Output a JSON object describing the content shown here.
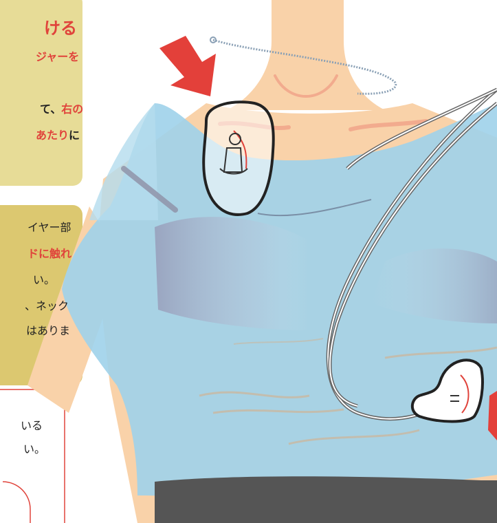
{
  "colors": {
    "note_box": "#e7dc97",
    "note_box_2": "#dcc870",
    "note_border": "#e0433b",
    "skin": "#f9d2a9",
    "shirt": "#9fd2ea",
    "bra": "#a0a6bd",
    "arrow": "#e3403a",
    "pants": "#555555",
    "highlight_text": "#e0433b",
    "body_text": "#222222"
  },
  "box1": {
    "line1": "ける",
    "line2": "ジャーを",
    "line3_plain": "て、",
    "line3_accent": "右の",
    "line4_accent": "あたり",
    "line4_plain": "に"
  },
  "box2": {
    "line1": "イヤー部",
    "line2": "ドに触れ",
    "line3": "い。",
    "line4": "、ネック",
    "line5": "はありま"
  },
  "box3": {
    "line1": "いる",
    "line2": "い。"
  },
  "icons": {
    "upper_pad": "upper-electrode-pad-icon",
    "lower_pad": "lower-electrode-pad-icon",
    "arrow_upper": "arrow-down-right-icon",
    "arrow_lower": "arrow-icon"
  }
}
